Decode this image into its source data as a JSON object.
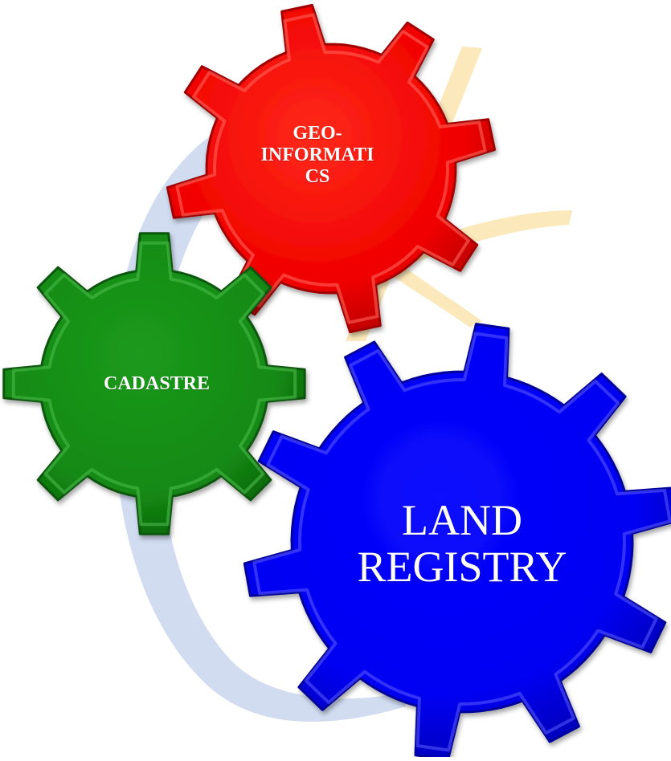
{
  "gears": [
    {
      "id": "geo",
      "label": "GEO-\nINFORMATI\nCS",
      "color": "#f00000",
      "light": "#ff6a60",
      "dark": "#a00000"
    },
    {
      "id": "cadastre",
      "label": "CADASTRE",
      "color": "#138a13",
      "light": "#4cc04c",
      "dark": "#0b560b"
    },
    {
      "id": "land",
      "label": "LAND\nREGISTRY",
      "color": "#0000f2",
      "light": "#5a5aff",
      "dark": "#00009a"
    }
  ],
  "watermark": {
    "name": "logo-watermark",
    "colors": {
      "swoosh": "#c9d6ee",
      "accent": "#fbe7b4"
    }
  }
}
